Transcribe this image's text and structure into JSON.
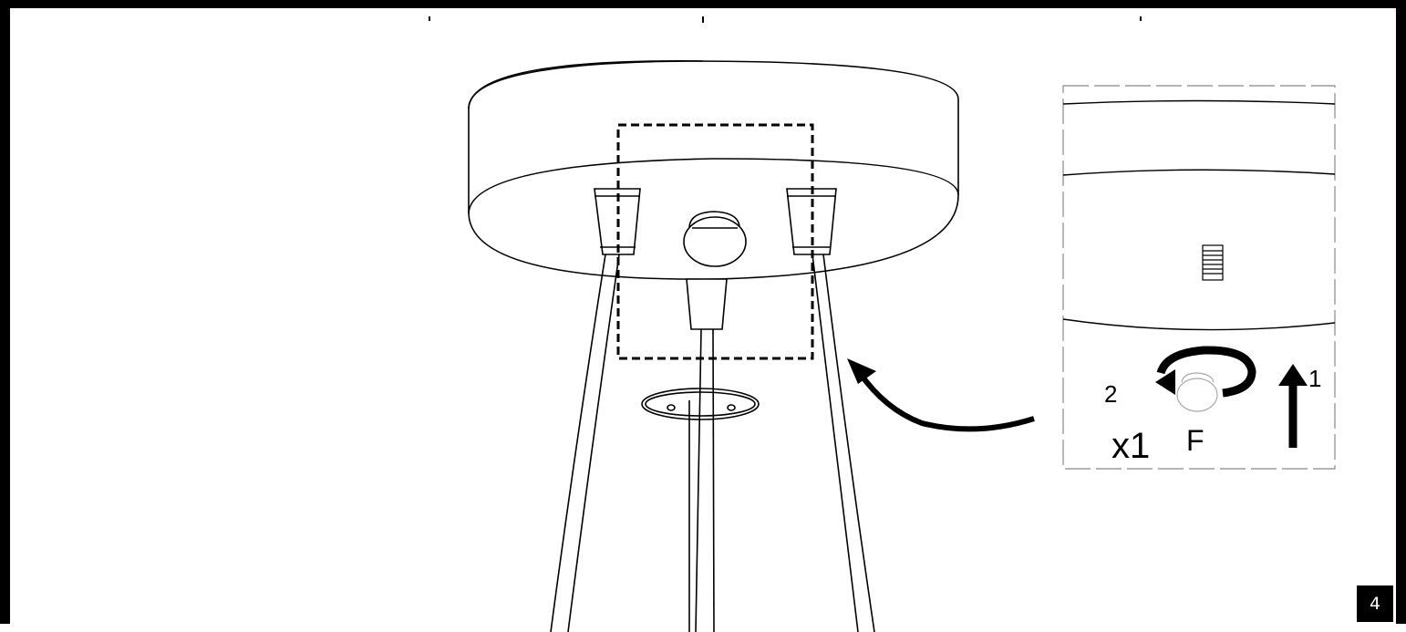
{
  "step": {
    "number": "4"
  },
  "detail": {
    "arrow_labels": {
      "push_up": "1",
      "rotate": "2"
    },
    "part_quantity": "x1",
    "part_letter": "F"
  },
  "colors": {
    "line": "#000000",
    "background": "#ffffff"
  }
}
